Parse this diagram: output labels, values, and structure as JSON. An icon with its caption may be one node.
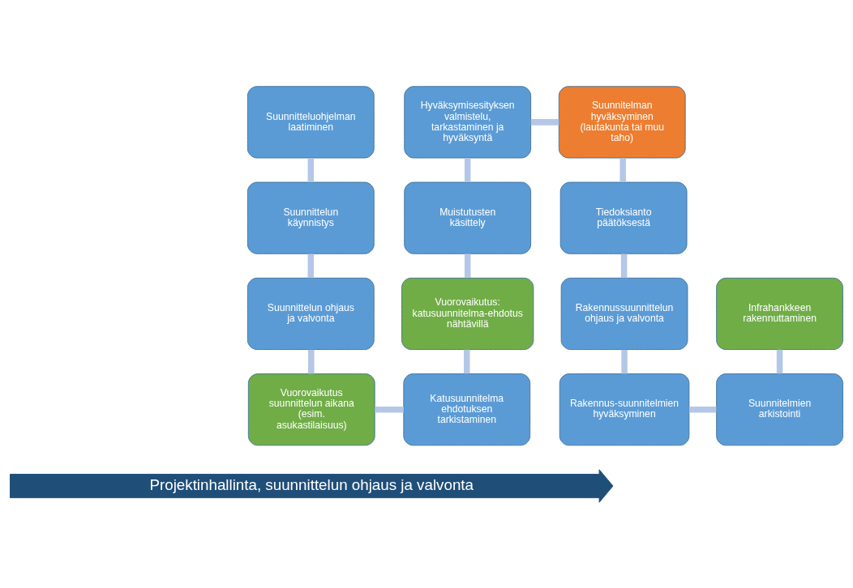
{
  "diagram": {
    "nodes": [
      {
        "text": [
          "Suunnitteluohjelman laatiminen"
        ]
      },
      {
        "text": [
          "Suunnittelun käynnistys"
        ]
      },
      {
        "text": [
          "Suunnittelun ohjaus ja valvonta"
        ]
      },
      {
        "text": [
          "Vuorovaikutus suunnittelun aikana (esim. asukastilaisuus)"
        ]
      },
      {
        "text": [
          "Katusuunnitelma ehdotuksen tarkistaminen"
        ]
      },
      {
        "text": [
          "Vuorovaikutus: katusuunnitelma-ehdotus nähtävillä"
        ]
      },
      {
        "text": [
          "Muistutusten käsittely"
        ]
      },
      {
        "text": [
          "Hyväksymisesityksen valmistelu, tarkastaminen ja hyväksyntä"
        ]
      },
      {
        "text": [
          "Suunnitelman hyväksyminen (lautakunta tai muu taho)"
        ]
      },
      {
        "text": [
          "Tiedoksianto päätöksestä"
        ]
      },
      {
        "text": [
          "Rakennussuunnittelun ohjaus ja valvonta"
        ]
      },
      {
        "text": [
          "Rakennus-suunnitelmien hyväksyminen"
        ]
      },
      {
        "text": [
          "Suunnitelmien arkistointi"
        ]
      },
      {
        "text": [
          "Infrahankkeen rakennuttaminen"
        ]
      },
      {
        "text": [
          "Projektinhallinta, suunnittelun ohjaus ja valvonta"
        ]
      }
    ],
    "edges": [
      {
        "from": 0,
        "to": 1,
        "arrow": "none"
      },
      {
        "from": 1,
        "to": 2,
        "arrow": "none"
      },
      {
        "from": 2,
        "to": 3,
        "arrow": "none"
      },
      {
        "from": 3,
        "to": 4,
        "arrow": "none"
      },
      {
        "from": 4,
        "to": 5,
        "arrow": "none"
      },
      {
        "from": 5,
        "to": 6,
        "arrow": "none"
      },
      {
        "from": 6,
        "to": 7,
        "arrow": "none"
      },
      {
        "from": 7,
        "to": 8,
        "arrow": "none"
      },
      {
        "from": 8,
        "to": 9,
        "arrow": "none"
      },
      {
        "from": 9,
        "to": 10,
        "arrow": "none"
      },
      {
        "from": 10,
        "to": 11,
        "arrow": "none"
      },
      {
        "from": 11,
        "to": 12,
        "arrow": "none"
      },
      {
        "from": 12,
        "to": 13,
        "arrow": "none"
      }
    ]
  }
}
